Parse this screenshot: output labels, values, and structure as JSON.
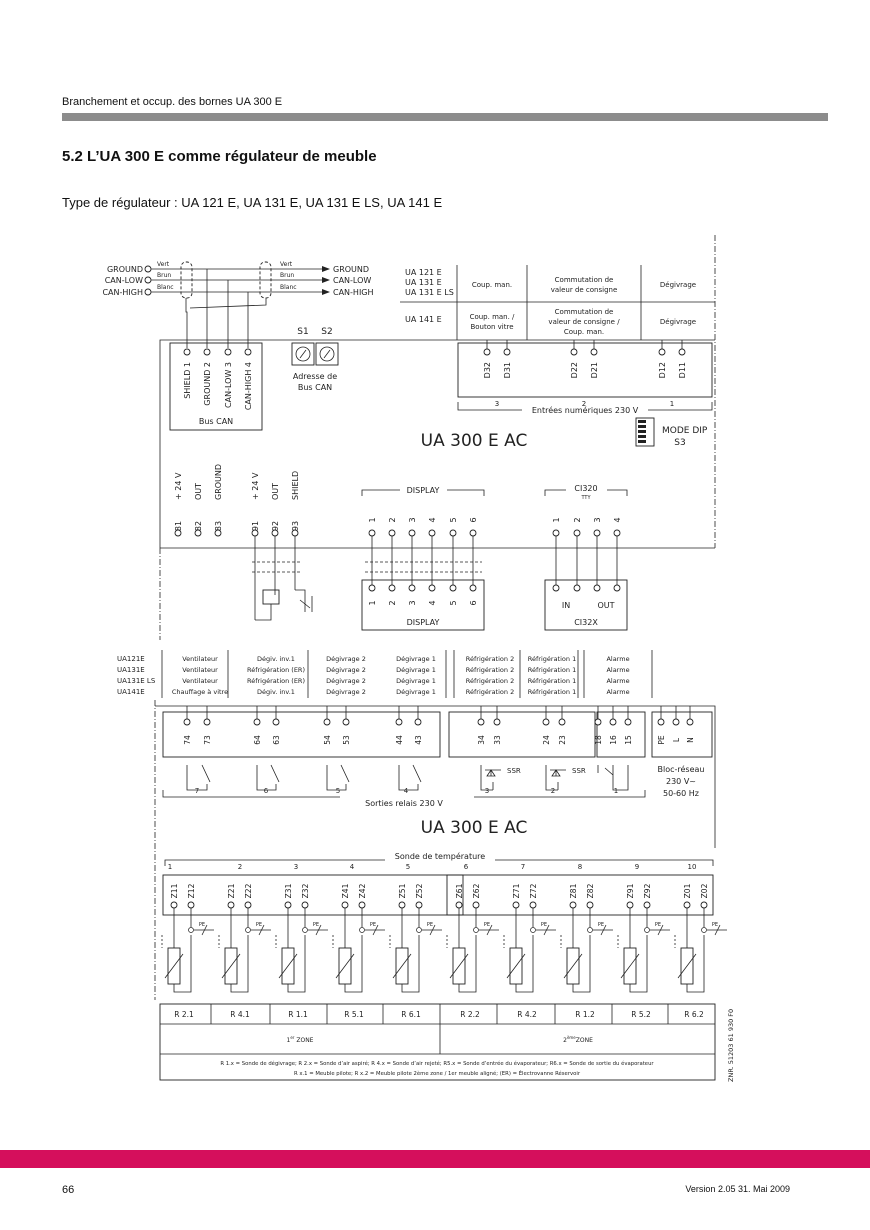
{
  "header": {
    "running_title": "Branchement et occup. des bornes UA 300 E",
    "section_title": "5.2   L’UA 300 E comme régulateur de meuble",
    "subtitle": "Type de régulateur : UA 121 E, UA 131 E, UA 131 E LS, UA 141 E"
  },
  "can": {
    "signals": [
      "GROUND",
      "CAN-LOW",
      "CAN-HIGH"
    ],
    "wire_colors": [
      "Vert",
      "Brun",
      "Blanc"
    ],
    "terminals": [
      "SHIELD  1",
      "GROUND  2",
      "CAN-LOW  3",
      "CAN-HIGH  4"
    ],
    "box_label": "Bus CAN",
    "s1": "S1",
    "s2": "S2",
    "address_label": [
      "Adresse de",
      "Bus CAN"
    ]
  },
  "inputs_table": {
    "row1_models": [
      "UA 121 E",
      "UA 131 E",
      "UA 131 E LS"
    ],
    "row1_cells": [
      [
        "Coup. man."
      ],
      [
        "Commutation de",
        "valeur de consigne"
      ],
      [
        "Dégivrage"
      ]
    ],
    "row2_models": [
      "UA 141 E"
    ],
    "row2_cells": [
      [
        "Coup. man. /",
        "Bouton vitre"
      ],
      [
        "Commutation de",
        "valeur de consigne /",
        "Coup. man."
      ],
      [
        "Dégivrage"
      ]
    ]
  },
  "digital_inputs": {
    "terminals": [
      "D32",
      "D31",
      "D22",
      "D21",
      "D12",
      "D11"
    ],
    "groups": [
      "3",
      "2",
      "1"
    ],
    "label": "Entrées numériques 230 V"
  },
  "device_label": "UA 300 E AC",
  "dip": {
    "label": "MODE DIP",
    "name": "S3"
  },
  "power_terminals": [
    {
      "name": "+ 24 V",
      "num": "81"
    },
    {
      "name": "OUT",
      "num": "82"
    },
    {
      "name": "GROUND",
      "num": "83"
    },
    {
      "name": "+ 24 V",
      "num": "91"
    },
    {
      "name": "OUT",
      "num": "92"
    },
    {
      "name": "SHIELD",
      "num": "93"
    }
  ],
  "display": {
    "label": "DISPLAY",
    "terminals": [
      "1",
      "2",
      "3",
      "4",
      "5",
      "6"
    ]
  },
  "ci320": {
    "label": "CI320",
    "sub": "TTY",
    "terminals": [
      "1",
      "2",
      "3",
      "4"
    ]
  },
  "ci32x": {
    "label": "CI32X",
    "in": "IN",
    "out": "OUT"
  },
  "relay_table": {
    "models": [
      "UA121E",
      "UA131E",
      "UA131E LS",
      "UA141E"
    ],
    "columns": [
      [
        "Ventilateur",
        "Ventilateur",
        "Ventilateur",
        "Chauffage à vitre"
      ],
      [
        "Dégiv. inv.1",
        "Réfrigération (ER)",
        "Réfrigération (ER)",
        "Dégiv. inv.1"
      ],
      [
        "Dégivrage 2",
        "Dégivrage 2",
        "Dégivrage 2",
        "Dégivrage 2"
      ],
      [
        "Dégivrage 1",
        "Dégivrage 1",
        "Dégivrage 1",
        "Dégivrage 1"
      ],
      [
        "Réfrigération 2",
        "Réfrigération 2",
        "Réfrigération 2",
        "Réfrigération 2"
      ],
      [
        "Réfrigération 1",
        "Réfrigération 1",
        "Réfrigération 1",
        "Réfrigération 1"
      ],
      [
        "Alarme",
        "Alarme",
        "Alarme",
        "Alarme"
      ]
    ]
  },
  "relays": {
    "terminals": [
      "74",
      "73",
      "64",
      "63",
      "54",
      "53",
      "44",
      "43",
      "34",
      "33",
      "24",
      "23",
      "18",
      "16",
      "15",
      "PE",
      "L",
      "N"
    ],
    "groups": [
      "7",
      "6",
      "5",
      "4",
      "3",
      "2",
      "1"
    ],
    "ssr": "SSR",
    "label": "Sorties relais 230 V",
    "power_block": [
      "Bloc-réseau",
      "230 V~",
      "50-60 Hz"
    ]
  },
  "sensors": {
    "title": "Sonde de température",
    "groups": [
      "1",
      "2",
      "3",
      "4",
      "5",
      "6",
      "7",
      "8",
      "9",
      "10"
    ],
    "terminals": [
      [
        "Z11",
        "Z12"
      ],
      [
        "Z21",
        "Z22"
      ],
      [
        "Z31",
        "Z32"
      ],
      [
        "Z41",
        "Z42"
      ],
      [
        "Z51",
        "Z52"
      ],
      [
        "Z61",
        "Z62"
      ],
      [
        "Z71",
        "Z72"
      ],
      [
        "Z81",
        "Z82"
      ],
      [
        "Z91",
        "Z92"
      ],
      [
        "Z01",
        "Z02"
      ]
    ],
    "pe": "PE",
    "refs": [
      "R 2.1",
      "R 4.1",
      "R 1.1",
      "R 5.1",
      "R 6.1",
      "R 2.2",
      "R 4.2",
      "R 1.2",
      "R 5.2",
      "R 6.2"
    ],
    "zone1": {
      "num": "1",
      "sup": "er",
      "text": " ZONE"
    },
    "zone2": {
      "num": "2",
      "sup": "ème",
      "text": "ZONE"
    },
    "legend": [
      "R 1.x = Sonde de dégivrage;  R 2.x = Sonde d’air aspiré;  R 4.x = Sonde d’air rejeté; R5.x = Sonde d’entrée du évaporateur; R6.x = Sonde de sortie du évaporateur",
      "R x.1 = Meuble pilote;  R x.2 = Meuble pilote 2ème zone / 1er meuble aligné;  (ER) = Électrovanne Réservoir"
    ]
  },
  "doc_code": "ZNR. 51203 61 930 F0",
  "footer": {
    "page": "66",
    "version": "Version 2.05    31. Mai 2009"
  }
}
